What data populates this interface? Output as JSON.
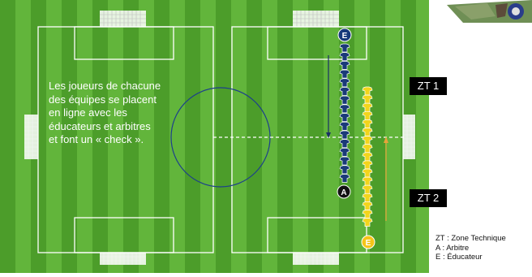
{
  "zones": {
    "zt1": "ZT 1",
    "zt2": "ZT 2"
  },
  "note_lines": [
    "Les joueurs de chacune",
    "des équipes se placent",
    "en ligne avec les",
    "éducateurs et arbitres",
    "et font un « check »."
  ],
  "markers": {
    "educator_letter": "E",
    "referee_letter": "A"
  },
  "legend": [
    "ZT : Zone Technique",
    "A : Arbitre",
    "E : Éducateur"
  ],
  "colors": {
    "pitch_dark": "#4c9d2a",
    "pitch_light": "#62b53b",
    "lines": "#ffffff",
    "team_blue": "#1a3a78",
    "team_yellow": "#f2d51c",
    "educator_blue": "#16397a",
    "educator_yellow": "#f5c518",
    "referee": "#111111",
    "arrow_orange": "#e8a33a"
  },
  "team_counts": {
    "blue_players": 16,
    "yellow_players": 17
  }
}
